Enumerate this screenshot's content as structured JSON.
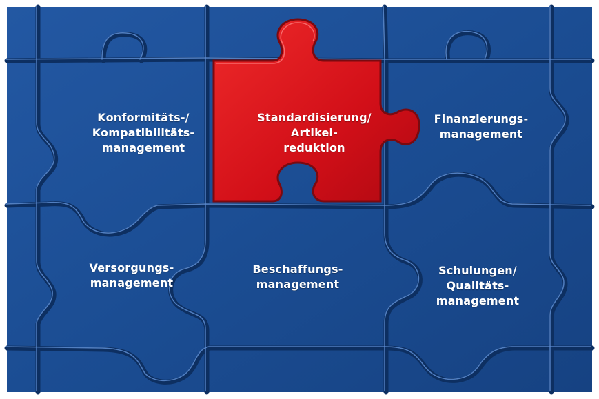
{
  "colors": {
    "background": "#1d4f95",
    "piece_dark": "#123e7c",
    "highlight": "#d8101b",
    "text": "#ffffff"
  },
  "pieces": [
    {
      "id": "konformitaet",
      "lines": [
        "Konformitäts-/",
        "Kompatibilitäts-",
        "management"
      ],
      "highlighted": false
    },
    {
      "id": "standardisierung",
      "lines": [
        "Standardisierung/",
        "Artikel-",
        "reduktion"
      ],
      "highlighted": true
    },
    {
      "id": "finanzierung",
      "lines": [
        "Finanzierungs-",
        "management"
      ],
      "highlighted": false
    },
    {
      "id": "versorgung",
      "lines": [
        "Versorgungs-",
        "management"
      ],
      "highlighted": false
    },
    {
      "id": "beschaffung",
      "lines": [
        "Beschaffungs-",
        "management"
      ],
      "highlighted": false
    },
    {
      "id": "schulungen",
      "lines": [
        "Schulungen/",
        "Qualitäts-",
        "management"
      ],
      "highlighted": false
    }
  ]
}
